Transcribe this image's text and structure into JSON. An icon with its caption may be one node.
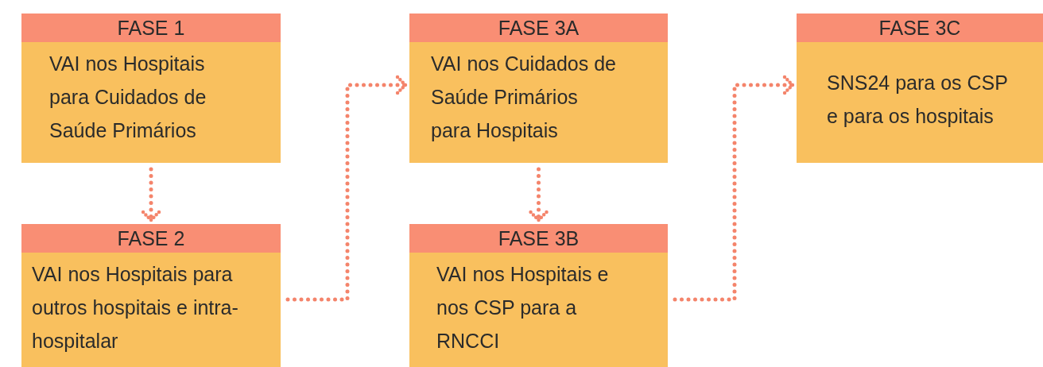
{
  "diagram": {
    "nodes": [
      {
        "text": [
          "FASE 1",
          "VAI nos Hospitais para Cuidados de Saúde Primários"
        ]
      },
      {
        "text": [
          "FASE 2",
          "VAI nos Hospitais para outros hospitais e intra-hospitalar"
        ]
      },
      {
        "text": [
          "FASE 3A",
          "VAI nos Cuidados de Saúde Primários para Hospitais"
        ]
      },
      {
        "text": [
          "FASE 3B",
          "VAI nos Hospitais e nos CSP para a RNCCI"
        ]
      },
      {
        "text": [
          "FASE 3C",
          "SNS24 para os CSP e para os hospitais"
        ]
      }
    ],
    "edges": [
      {
        "from": 0,
        "to": 1,
        "arrow": "to"
      },
      {
        "from": 1,
        "to": 2,
        "arrow": "to"
      },
      {
        "from": 2,
        "to": 3,
        "arrow": "to"
      },
      {
        "from": 3,
        "to": 4,
        "arrow": "to"
      }
    ]
  }
}
